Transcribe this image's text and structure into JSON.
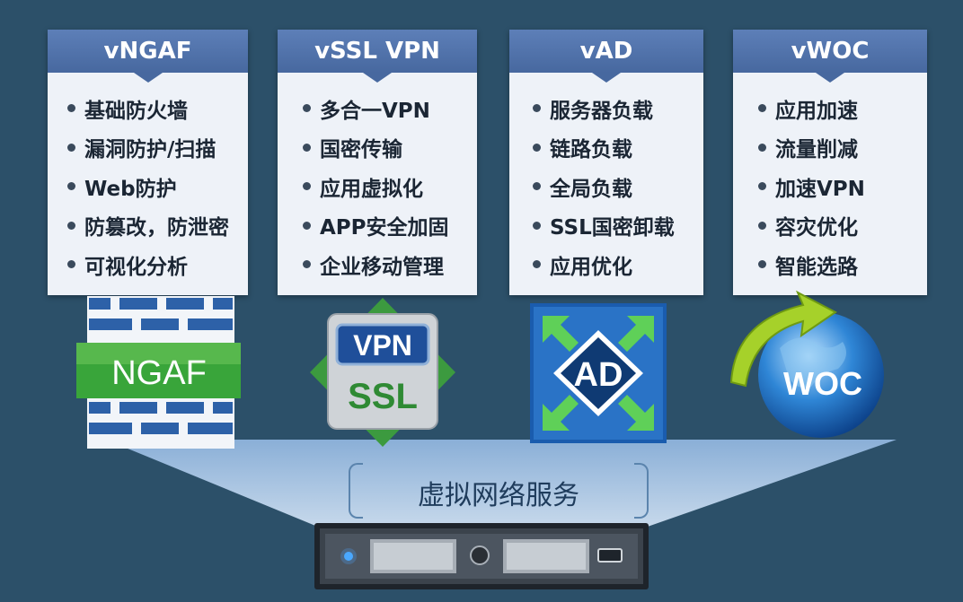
{
  "cards": [
    {
      "title": "vNGAF",
      "items": [
        "基础防火墙",
        "漏洞防护/扫描",
        "Web防护",
        "防篡改，防泄密",
        "可视化分析"
      ]
    },
    {
      "title": "vSSL VPN",
      "items": [
        "多合一VPN",
        "国密传输",
        "应用虚拟化",
        "APP安全加固",
        "企业移动管理"
      ]
    },
    {
      "title": "vAD",
      "items": [
        "服务器负载",
        "链路负载",
        "全局负载",
        "SSL国密卸载",
        "应用优化"
      ]
    },
    {
      "title": "vWOC",
      "items": [
        "应用加速",
        "流量削减",
        "加速VPN",
        "容灾优化",
        "智能选路"
      ]
    }
  ],
  "icons": {
    "ngaf": {
      "name": "firewall-icon",
      "label": "NGAF"
    },
    "vpn": {
      "name": "ssl-vpn-icon",
      "top_label": "VPN",
      "bottom_label": "SSL"
    },
    "ad": {
      "name": "ad-icon",
      "label": "AD"
    },
    "woc": {
      "name": "woc-globe-icon",
      "label": "WOC"
    }
  },
  "base": {
    "label": "虚拟网络服务"
  },
  "colors": {
    "background": "#2c5069",
    "card_header": "#4f71aa",
    "card_body": "#eef2f8",
    "ngaf_green": "#3aa33a",
    "vpn_green": "#2f9a3a",
    "ad_blue": "#1b5fb0"
  }
}
